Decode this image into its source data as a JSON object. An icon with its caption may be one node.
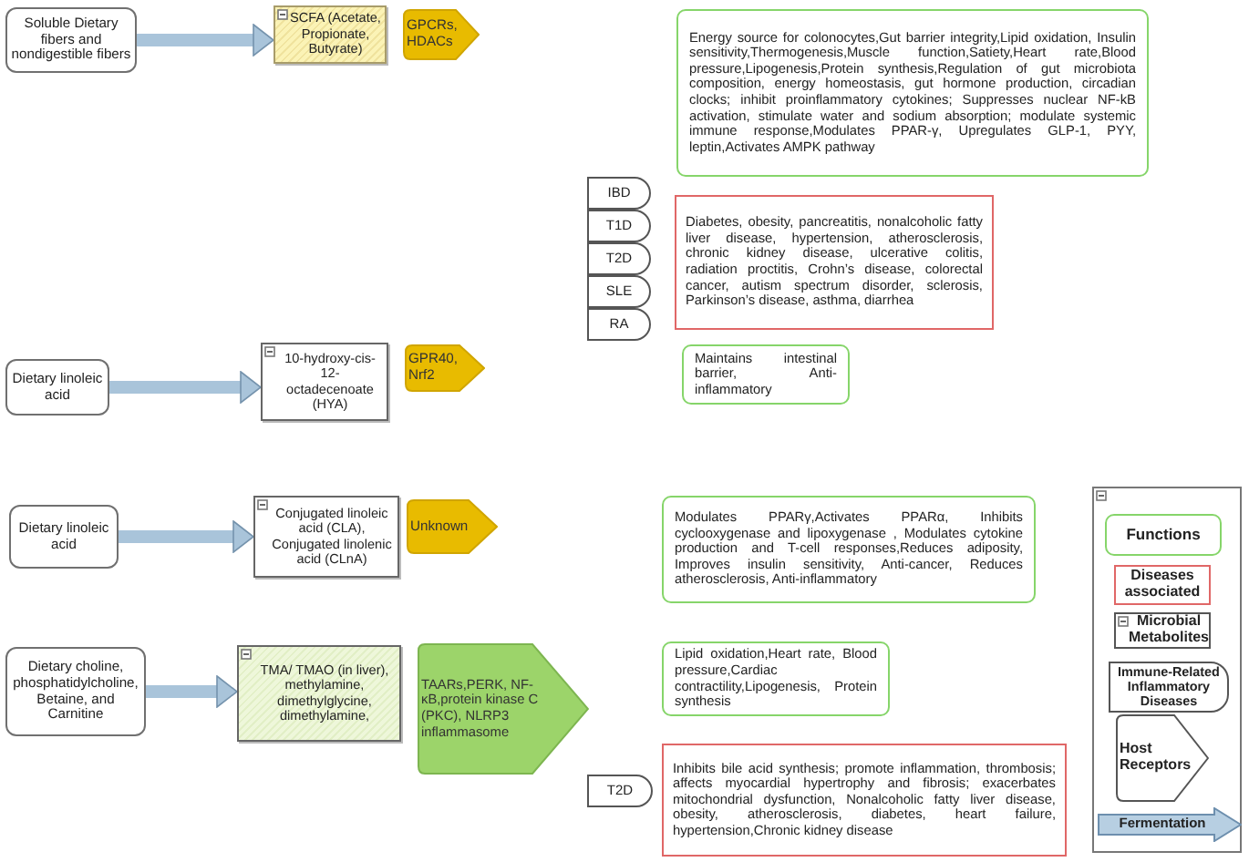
{
  "diagram": {
    "nodes": [
      {
        "text": [
          "Soluble Dietary fibers and nondigestible fibers"
        ]
      },
      {
        "text": [
          "SCFA (Acetate, Propionate, Butyrate)"
        ]
      },
      {
        "text": [
          "GPCRs, HDACs"
        ]
      },
      {
        "text": [
          "Energy source for colonocytes,Gut barrier integrity,Lipid oxidation, Insulin sensitivity,Thermogenesis,Muscle function,Satiety,Heart rate,Blood pressure,Lipogenesis,Protein synthesis,Regulation of gut microbiota composition, energy homeostasis, gut hormone production, circadian clocks; inhibit proinflammatory cytokines; Suppresses nuclear NF-kB activation, stimulate water and sodium absorption; modulate systemic immune response,Modulates PPAR-γ, Upregulates GLP-1, PYY, leptin,Activates AMPK pathway"
        ]
      },
      {
        "text": [
          "IBD"
        ]
      },
      {
        "text": [
          "T1D"
        ]
      },
      {
        "text": [
          "T2D"
        ]
      },
      {
        "text": [
          "SLE"
        ]
      },
      {
        "text": [
          "RA"
        ]
      },
      {
        "text": [
          "Diabetes, obesity, pancreatitis, nonalcoholic fatty liver disease, hypertension, atherosclerosis, chronic kidney disease, ulcerative colitis, radiation proctitis, Crohn’s disease, colorectal cancer, autism spectrum disorder, sclerosis, Parkinson’s disease, asthma, diarrhea"
        ]
      },
      {
        "text": [
          "Dietary linoleic acid"
        ]
      },
      {
        "text": [
          "10-hydroxy-cis-12-octadecenoate (HYA)"
        ]
      },
      {
        "text": [
          "GPR40, Nrf2"
        ]
      },
      {
        "text": [
          "Maintains intestinal barrier, Anti-inflammatory"
        ]
      },
      {
        "text": [
          "Dietary linoleic acid"
        ]
      },
      {
        "text": [
          "Conjugated linoleic acid (CLA), Conjugated linolenic acid (CLnA)"
        ]
      },
      {
        "text": [
          "Unknown"
        ]
      },
      {
        "text": [
          "Modulates PPARγ,Activates PPARα, Inhibits cyclooxygenase and lipoxygenase , Modulates cytokine production and T-cell responses,Reduces adiposity, Improves insulin sensitivity, Anti-cancer, Reduces atherosclerosis, Anti-inflammatory"
        ]
      },
      {
        "text": [
          "Dietary choline, phosphatidylcholine, Betaine, and Carnitine"
        ]
      },
      {
        "text": [
          "TMA/ TMAO (in liver), methylamine, dimethylglycine, dimethylamine,"
        ]
      },
      {
        "text": [
          "TAARs,PERK, NF-κB,protein kinase C (PKC), NLRP3 inflammasome"
        ]
      },
      {
        "text": [
          "Lipid oxidation,Heart rate, Blood pressure,Cardiac contractility,Lipogenesis, Protein synthesis"
        ]
      },
      {
        "text": [
          "T2D"
        ]
      },
      {
        "text": [
          "Inhibits bile acid synthesis; promote inflammation, thrombosis; affects myocardial hypertrophy and fibrosis; exacerbates mitochondrial dysfunction, Nonalcoholic fatty liver disease, obesity, atherosclerosis, diabetes, heart failure, hypertension,Chronic kidney disease"
        ]
      }
    ],
    "edges": [
      {
        "from": 0,
        "to": 1,
        "arrow": "to"
      },
      {
        "from": 10,
        "to": 11,
        "arrow": "to"
      },
      {
        "from": 14,
        "to": 15,
        "arrow": "to"
      },
      {
        "from": 18,
        "to": 19,
        "arrow": "to"
      }
    ],
    "legend": [
      {
        "text": "Functions"
      },
      {
        "text": "Diseases associated"
      },
      {
        "text": "Microbial Metabolites"
      },
      {
        "text": "Immune-Related Inflammatory Diseases"
      },
      {
        "text": "Host Receptors"
      },
      {
        "text": "Fermentation"
      }
    ]
  }
}
